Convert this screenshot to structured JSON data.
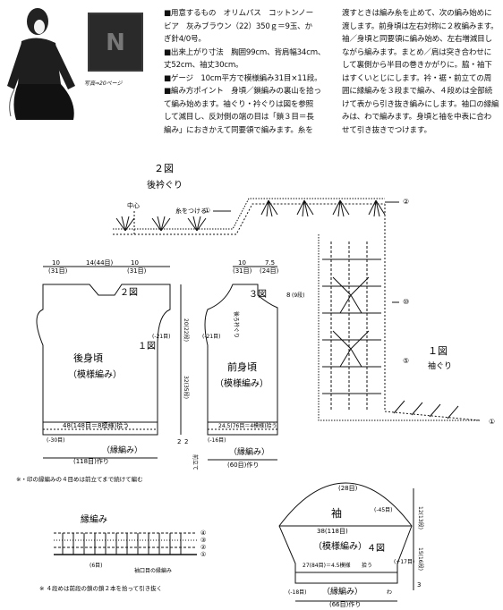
{
  "photo": {
    "caption": "写真⇒20ページ",
    "initial": "N"
  },
  "article": {
    "col1": [
      "■用意するもの　オリムパス　コットンノー",
      "ビア　灰みブラウン（22）350ｇ＝9玉、か",
      "ぎ針4/0号。",
      "■出来上がり寸法　胸囲99cm、背肩幅34cm、",
      "丈52cm、袖丈30cm。",
      "■ゲージ　10cm平方で模様編み31目×11段。",
      "■編み方ポイント　身頃／鎖編みの裏山を拾っ",
      "て編み始めます。袖ぐり・衿ぐりは図を参照",
      "して減目し、反対側の端の目は「鎖３目＝長",
      "編み」におきかえて同要領で編みます。糸を"
    ],
    "col2": [
      "渡すときは編み糸を止めて、次の編み始めに",
      "渡します。前身頃は左右対称に２枚編みます。",
      "袖／身頃と同要領に編み始め、左右増減目し",
      "ながら編みます。まとめ／肩は突き合わせに",
      "して裏側から半目の巻きかがりに。脇・袖下",
      "はすくいとじにします。衿・裾・前立ての周",
      "囲に縁編みを３段まで編み、４段めは全部続",
      "けて表から引き抜き編みにします。袖口の縁編",
      "みは、わで編みます。身頃と袖を中表に合わ",
      "せて引き抜きでつけます。"
    ]
  },
  "diagrams": {
    "neck_chart": {
      "title": "２図",
      "subtitle": "後衿ぐり",
      "center": "中心",
      "start": "糸をつける",
      "row1": "①",
      "row2": "②"
    },
    "armhole_chart": {
      "title": "１図",
      "subtitle": "袖ぐり",
      "rows": [
        "⑩",
        "⑤",
        "①"
      ]
    },
    "back": {
      "name": "後身頃",
      "pattern": "（模様編み）",
      "top_dims": [
        "10",
        "(31目)",
        "14(44目)",
        "10",
        "(31目)"
      ],
      "fig2": "２図",
      "fig1": "１図",
      "side_right": "(-21目)",
      "height_label": "20(22段)",
      "length_label": "32(35段)",
      "width_text": "48(148目＝8模様)拾う",
      "hem_left": "(-30目)",
      "hem": "（縁編み）",
      "bottom": "(118目)作り",
      "note_top": "2",
      "side_cut": "2"
    },
    "front": {
      "name": "前身頃",
      "pattern": "（模様編み）",
      "fig3": "３図",
      "top_dims": [
        "10",
        "(31目)",
        "7.5",
        "(24目)"
      ],
      "neck_label": "後ろ衿ぐり",
      "neck_depth": "8",
      "neck_rows": "(9段)",
      "side_left": "(-21目)",
      "width_text": "24.5(76目＝4模様)拾う",
      "hem_left": "(-16目)",
      "hem": "（縁編み）",
      "bottom": "(60目)作り",
      "side_label": "2",
      "bottom_right": "前立て"
    },
    "sleeve": {
      "name": "袖",
      "pattern": "（模様編み）",
      "fig4": "４図",
      "top": "(28目)",
      "width_text": "38(118目)",
      "right_top": "(-45目)",
      "right_mid": "(+17目)",
      "inner": "27(84目)＝4.5模様",
      "inner2": "拾う",
      "hem_left": "(-18目)",
      "hem": "（縁編み）",
      "bottom": "(66目)作り",
      "side_nums": [
        "12(13段)",
        "15(16段)",
        "3"
      ],
      "wa": "わ"
    },
    "note_back": "※・印の縁編みの４目めは前立てまで続けて編む",
    "edge": {
      "title": "縁編み",
      "rows": [
        "④",
        "③",
        "②",
        "①"
      ],
      "left": "(6目)",
      "right": "袖口目の縁編み",
      "note": "※ ４段めは前段の鎖の鎖２本を拾って引き抜く"
    }
  }
}
